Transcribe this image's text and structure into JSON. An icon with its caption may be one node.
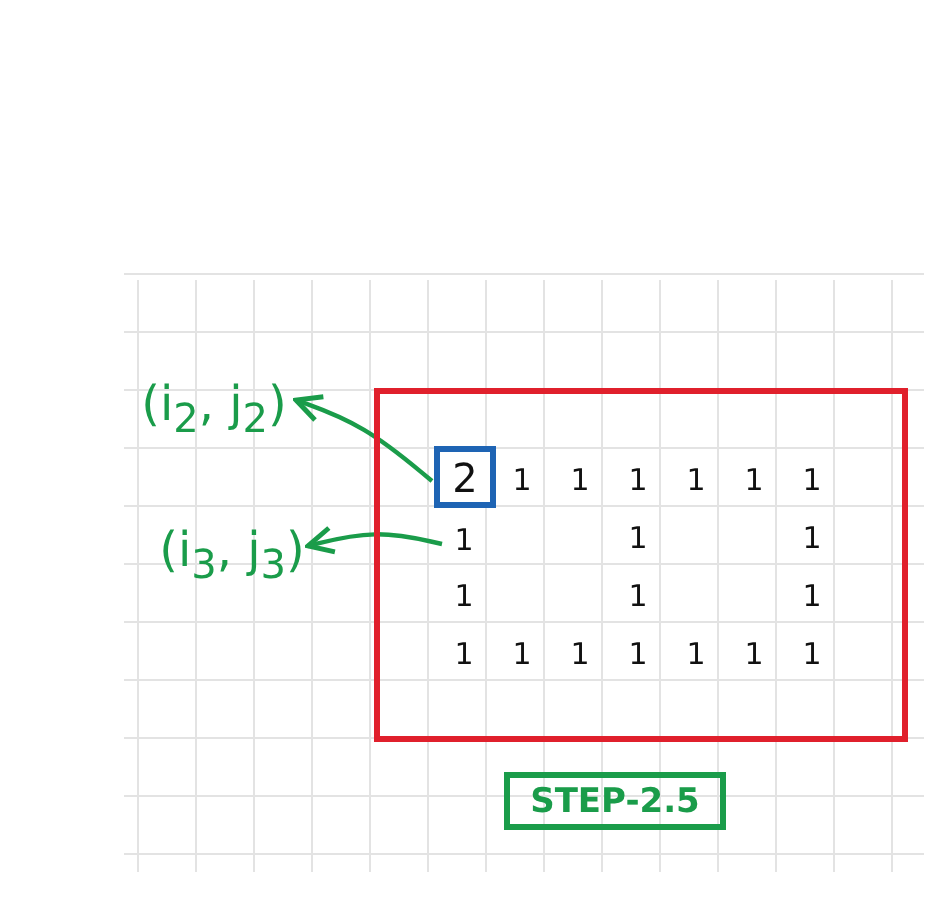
{
  "diagram": {
    "nodes": [
      {
        "text": [],
        "shape": "box"
      },
      {
        "text": [
          "2"
        ],
        "in": 0
      },
      {
        "text": [
          "(i$_{2}$, j$_{2}$)"
        ]
      },
      {
        "text": [
          "(i$_{3}$, j$_{3}$)"
        ]
      },
      {
        "text": [
          "1"
        ],
        "in": 0
      },
      {
        "text": [
          "STEP-2.5"
        ]
      }
    ],
    "edges": [
      {
        "from": 1,
        "to": 2,
        "arrow": "to"
      },
      {
        "from": 4,
        "to": 3,
        "arrow": "to"
      }
    ],
    "labels": [
      "1",
      "1",
      "1",
      "1",
      "1",
      "1",
      "1",
      "1",
      "1",
      "1",
      "1",
      "1",
      "1",
      "1",
      "1",
      "1",
      "1",
      "1"
    ]
  }
}
